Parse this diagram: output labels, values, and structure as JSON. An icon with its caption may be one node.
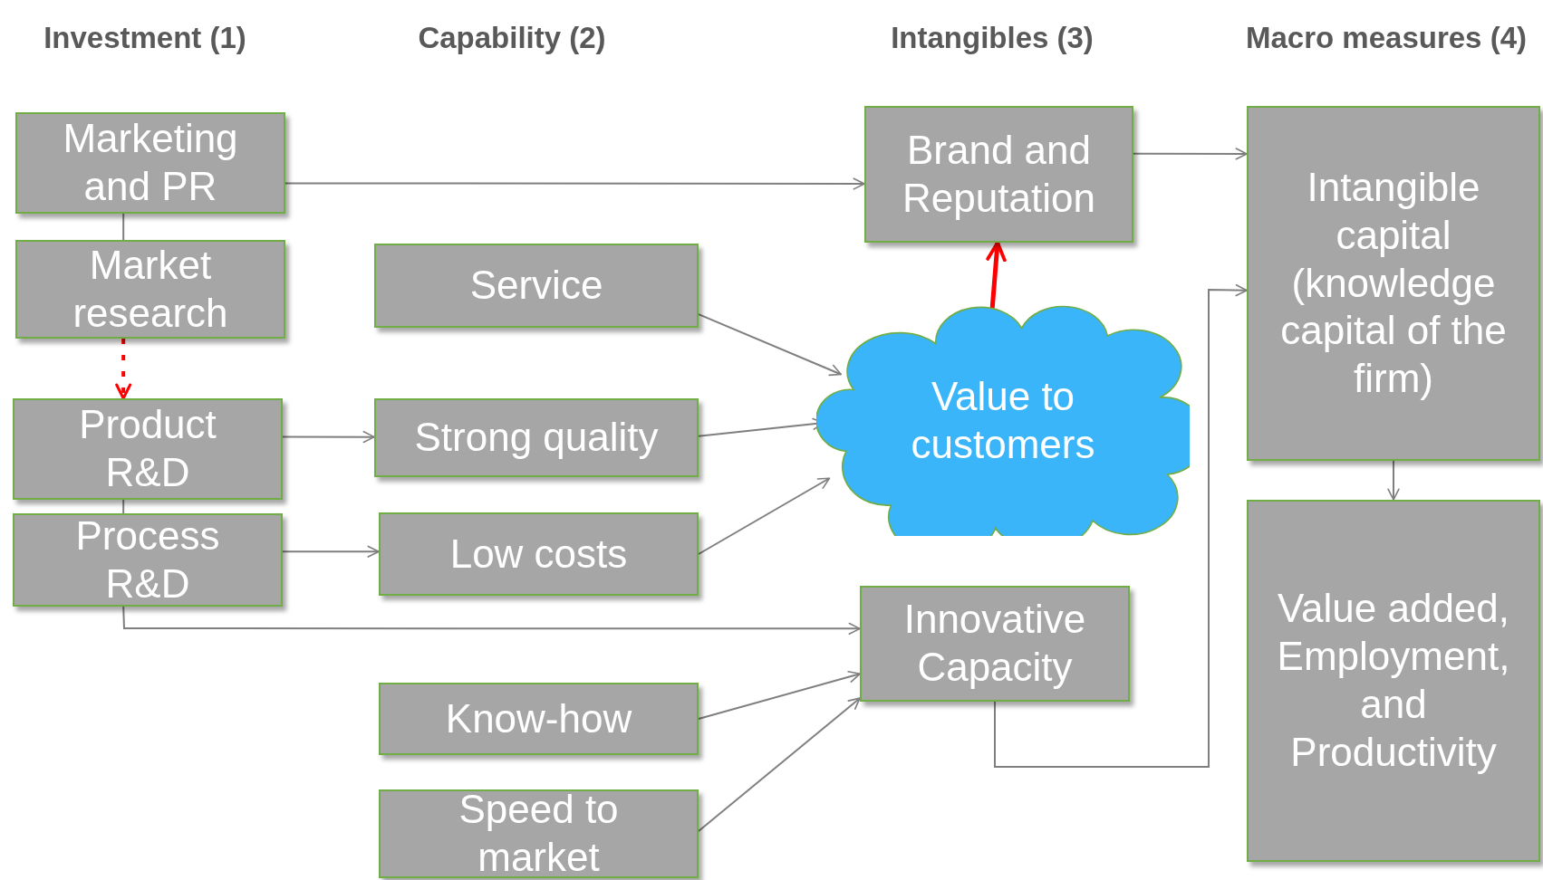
{
  "diagram": {
    "nodes": [
      {
        "text": [
          "Marketing and PR"
        ]
      },
      {
        "text": [
          "Market research"
        ]
      },
      {
        "text": [
          "Product R&D"
        ]
      },
      {
        "text": [
          "Process R&D"
        ]
      },
      {
        "text": [
          "Service"
        ]
      },
      {
        "text": [
          "Strong quality"
        ]
      },
      {
        "text": [
          "Low costs"
        ]
      },
      {
        "text": [
          "Know-how"
        ]
      },
      {
        "text": [
          "Speed to market"
        ]
      },
      {
        "text": [
          "Brand and Reputation"
        ]
      },
      {
        "text": [
          "Value to customers"
        ]
      },
      {
        "text": [
          "Innovative Capacity"
        ]
      },
      {
        "text": [
          "Intangible capital (knowledge capital of the firm)"
        ]
      },
      {
        "text": [
          "Value added, Employment, and Productivity"
        ]
      }
    ],
    "edges": [
      {
        "from": 0,
        "to": 9,
        "arrow": "to"
      },
      {
        "from": 0,
        "to": 1,
        "arrow": "none"
      },
      {
        "from": 1,
        "to": 2,
        "arrow": "to",
        "style": "dashed",
        "color": "#ff0000"
      },
      {
        "from": 2,
        "to": 5,
        "arrow": "to"
      },
      {
        "from": 2,
        "to": 3,
        "arrow": "none"
      },
      {
        "from": 3,
        "to": 6,
        "arrow": "to"
      },
      {
        "from": 3,
        "to": 11,
        "arrow": "to"
      },
      {
        "from": 4,
        "to": 10,
        "arrow": "to"
      },
      {
        "from": 5,
        "to": 10,
        "arrow": "to"
      },
      {
        "from": 6,
        "to": 10,
        "arrow": "to"
      },
      {
        "from": 7,
        "to": 11,
        "arrow": "to"
      },
      {
        "from": 8,
        "to": 11,
        "arrow": "to"
      },
      {
        "from": 10,
        "to": 9,
        "arrow": "to",
        "style": "thick",
        "color": "#ff0000"
      },
      {
        "from": 9,
        "to": 12,
        "arrow": "to"
      },
      {
        "from": 11,
        "to": 12,
        "arrow": "to"
      },
      {
        "from": 12,
        "to": 13,
        "arrow": "to"
      }
    ],
    "labels": [
      "Investment (1)",
      "Capability (2)",
      "Intangibles (3)",
      "Macro measures (4)"
    ]
  }
}
